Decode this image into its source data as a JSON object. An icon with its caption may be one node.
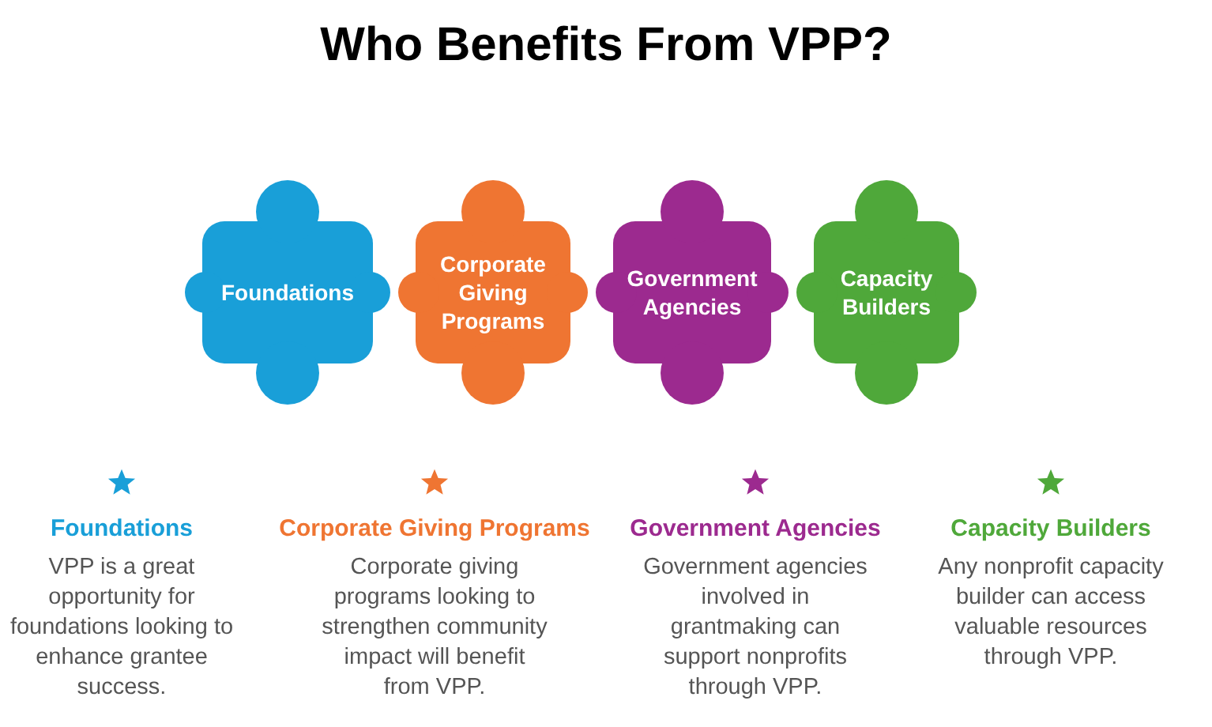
{
  "diagram": {
    "title": "Who Benefits From VPP?",
    "nodes": [
      {
        "text": [
          "Foundations"
        ]
      },
      {
        "text": [
          "Corporate Giving Programs"
        ]
      },
      {
        "text": [
          "Government Agencies"
        ]
      },
      {
        "text": [
          "Capacity Builders"
        ]
      }
    ],
    "labels": [
      "Foundations",
      "VPP is a great opportunity for foundations looking to enhance grantee success.",
      "Corporate Giving Programs",
      "Corporate giving programs looking to strengthen community impact will benefit from VPP.",
      "Government Agencies",
      "Government agencies involved in grantmaking can support nonprofits through VPP.",
      "Capacity Builders",
      "Any nonprofit capacity builder can access valuable resources through VPP."
    ]
  }
}
